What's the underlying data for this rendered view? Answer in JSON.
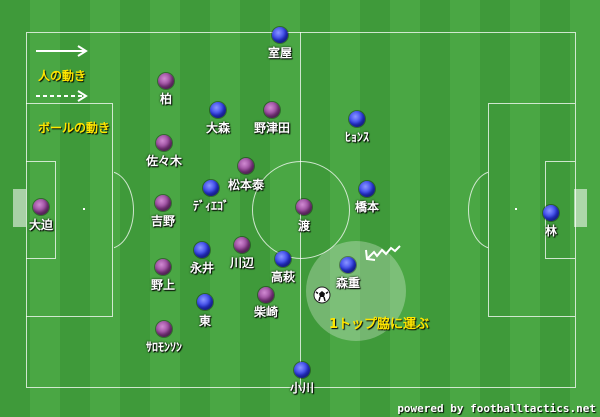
{
  "legend": {
    "player_move": "人の動き",
    "ball_move": "ボールの動き"
  },
  "annotation": "1トップ脇に運ぶ",
  "credit": "powered by footballtactics.net",
  "colors": {
    "team_blue": "#2a38e6",
    "team_purple": "#8f3f93",
    "highlight": "#ffe600"
  },
  "players_blue": [
    {
      "id": "muroya",
      "name": "室屋"
    },
    {
      "id": "omori",
      "name": "大森"
    },
    {
      "id": "hyonsu",
      "name": "ﾋｮﾝｽ"
    },
    {
      "id": "diego",
      "name": "ﾃﾞｨｴｺﾞ"
    },
    {
      "id": "hashimoto",
      "name": "橋本"
    },
    {
      "id": "nagai",
      "name": "永井"
    },
    {
      "id": "takahagi",
      "name": "高萩"
    },
    {
      "id": "morishige",
      "name": "森重"
    },
    {
      "id": "azuma",
      "name": "東"
    },
    {
      "id": "kogawa",
      "name": "小川"
    },
    {
      "id": "hayashi",
      "name": "林"
    }
  ],
  "players_purple": [
    {
      "id": "kashiwa",
      "name": "柏"
    },
    {
      "id": "nozuda",
      "name": "野津田"
    },
    {
      "id": "sasaki",
      "name": "佐々木"
    },
    {
      "id": "matsumoto",
      "name": "松本泰"
    },
    {
      "id": "osako",
      "name": "大迫"
    },
    {
      "id": "yoshino",
      "name": "吉野"
    },
    {
      "id": "watari",
      "name": "渡"
    },
    {
      "id": "kawabe",
      "name": "川辺"
    },
    {
      "id": "nogami",
      "name": "野上"
    },
    {
      "id": "shibasaki",
      "name": "柴崎"
    },
    {
      "id": "salomonsson",
      "name": "ｻﾛﾓﾝｿﾝ"
    }
  ]
}
